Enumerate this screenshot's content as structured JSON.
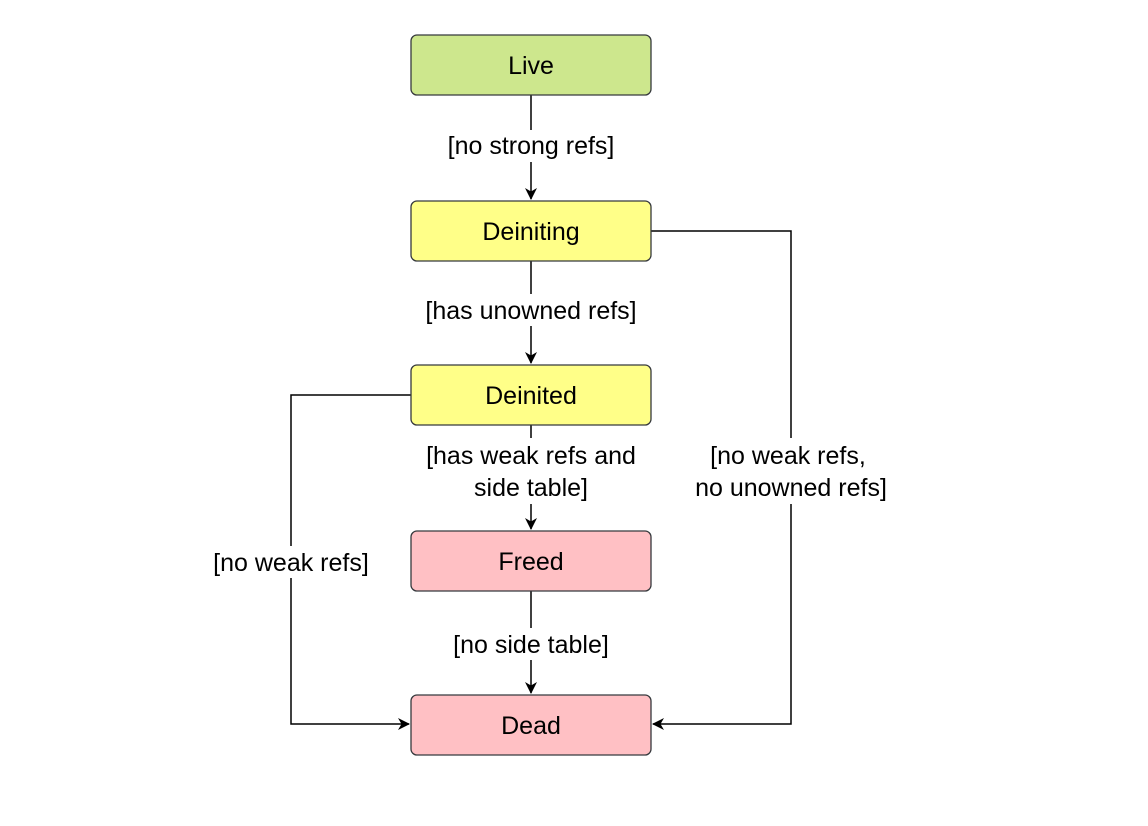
{
  "states": [
    {
      "id": "live",
      "label": "Live",
      "color": "#cde78d"
    },
    {
      "id": "deiniting",
      "label": "Deiniting",
      "color": "#ffff88"
    },
    {
      "id": "deinited",
      "label": "Deinited",
      "color": "#ffff88"
    },
    {
      "id": "freed",
      "label": "Freed",
      "color": "#ffc0c4"
    },
    {
      "id": "dead",
      "label": "Dead",
      "color": "#ffc0c4"
    }
  ],
  "transitions": [
    {
      "from": "live",
      "to": "deiniting",
      "label": [
        "[no strong refs]"
      ]
    },
    {
      "from": "deiniting",
      "to": "deinited",
      "label": [
        "[has unowned refs]"
      ]
    },
    {
      "from": "deinited",
      "to": "freed",
      "label": [
        "[has weak refs and",
        "side table]"
      ]
    },
    {
      "from": "freed",
      "to": "dead",
      "label": [
        "[no side table]"
      ]
    },
    {
      "from": "deinited",
      "to": "dead",
      "label": [
        "[no weak refs]"
      ]
    },
    {
      "from": "deiniting",
      "to": "dead",
      "label": [
        "[no weak refs,",
        "no unowned refs]"
      ]
    }
  ]
}
